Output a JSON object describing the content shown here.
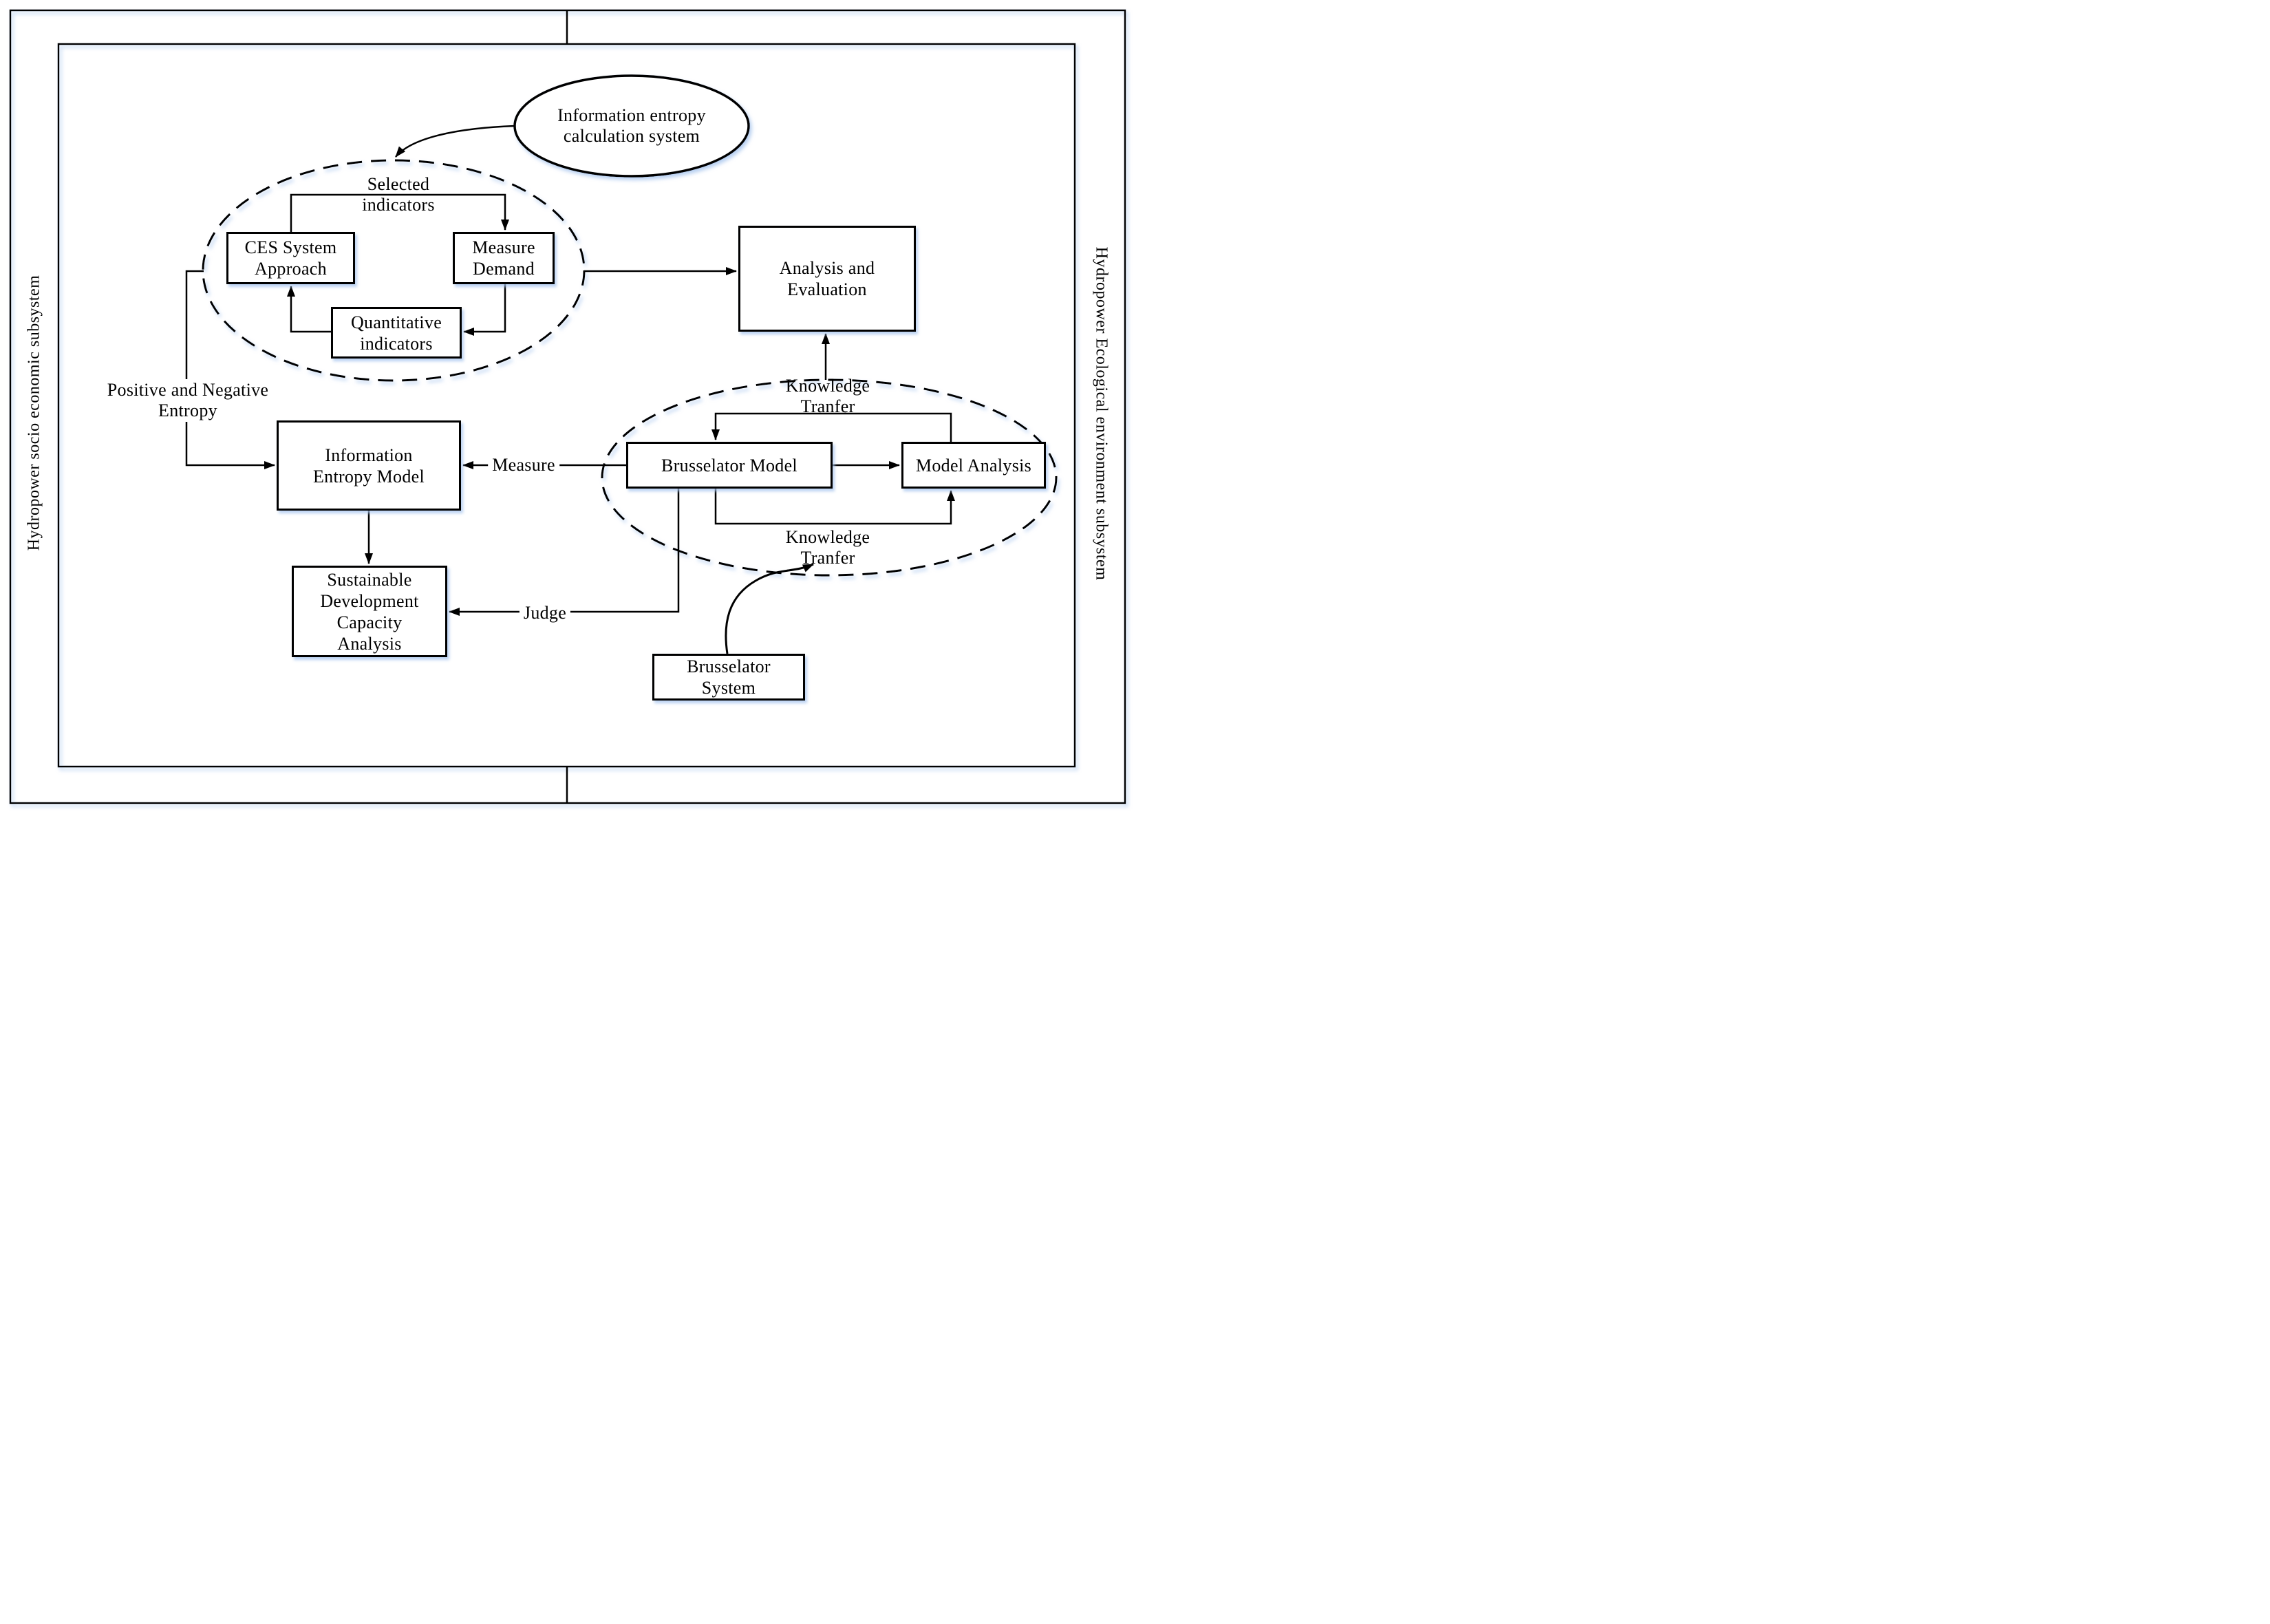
{
  "frame": {
    "left_label": "Hydropower socio economic subsystem",
    "right_label": "Hydropower  Ecological environment subsystem"
  },
  "nodes": {
    "info_entropy_system": "Information entropy\ncalculation system",
    "ces_system": "CES System\nApproach",
    "measure_demand": "Measure\nDemand",
    "quantitative_indicators": "Quantitative\nindicators",
    "analysis_evaluation": "Analysis and\nEvaluation",
    "info_entropy_model": "Information\nEntropy Model",
    "sustainable": "Sustainable\nDevelopment\nCapacity\nAnalysis",
    "brusselator_model": "Brusselator Model",
    "model_analysis": "Model Analysis",
    "brusselator_system": "Brusselator\nSystem"
  },
  "edge_labels": {
    "selected_indicators": "Selected\nindicators",
    "positive_negative_entropy": "Positive and Negative\nEntropy",
    "measure": "Measure",
    "judge": "Judge",
    "knowledge_transfer_top": "Knowledge\nTranfer",
    "knowledge_transfer_bottom": "Knowledge\nTranfer"
  },
  "colors": {
    "line": "#000000",
    "background": "#ffffff",
    "shadow": "#a6c4ee"
  }
}
